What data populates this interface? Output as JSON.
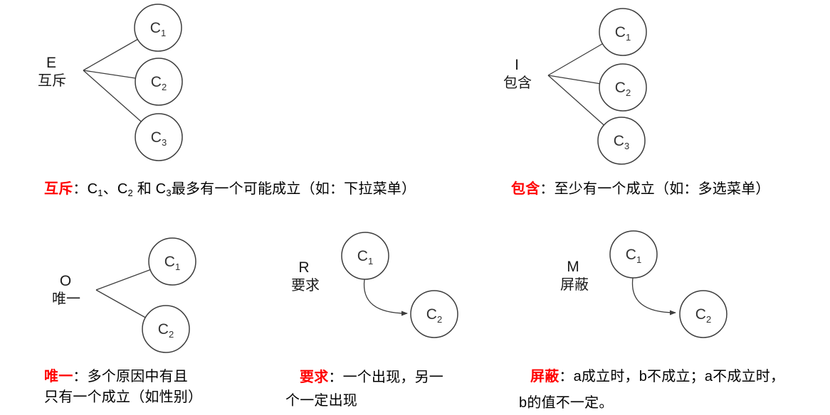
{
  "colors": {
    "term_red": "#ff0000",
    "stroke": "#3d3d3d",
    "text": "#000000"
  },
  "diagrams": {
    "exclusive": {
      "symbol": "E",
      "name": "互斥",
      "nodes": [
        {
          "main": "C",
          "sub": "1"
        },
        {
          "main": "C",
          "sub": "2"
        },
        {
          "main": "C",
          "sub": "3"
        }
      ]
    },
    "include": {
      "symbol": "I",
      "name": "包含",
      "nodes": [
        {
          "main": "C",
          "sub": "1"
        },
        {
          "main": "C",
          "sub": "2"
        },
        {
          "main": "C",
          "sub": "3"
        }
      ]
    },
    "only": {
      "symbol": "O",
      "name": "唯一",
      "nodes": [
        {
          "main": "C",
          "sub": "1"
        },
        {
          "main": "C",
          "sub": "2"
        }
      ]
    },
    "require": {
      "symbol": "R",
      "name": "要求",
      "nodes": [
        {
          "main": "C",
          "sub": "1"
        },
        {
          "main": "C",
          "sub": "2"
        }
      ]
    },
    "mask": {
      "symbol": "M",
      "name": "屏蔽",
      "nodes": [
        {
          "main": "C",
          "sub": "1"
        },
        {
          "main": "C",
          "sub": "2"
        }
      ]
    }
  },
  "captions": {
    "exclusive": {
      "term": "互斥",
      "seg1": "：C",
      "sub1": "1",
      "seg2": "、C",
      "sub2": "2",
      "seg3": " 和 C",
      "sub3": "3",
      "seg4": "最多有一个可能成立（如：下拉菜单）"
    },
    "include": {
      "term": "包含",
      "body": "：至少有一个成立（如：多选菜单）"
    },
    "only": {
      "term": "唯一",
      "line1": "：多个原因中有且",
      "line2": "只有一个成立（如性别）"
    },
    "require": {
      "term": "要求",
      "line1": "：一个出现，另一",
      "line2": "个一定出现"
    },
    "mask": {
      "term": "屏蔽",
      "line1": "：a成立时，b不成立；a不成立时，",
      "line2": "b的值不一定。"
    }
  }
}
